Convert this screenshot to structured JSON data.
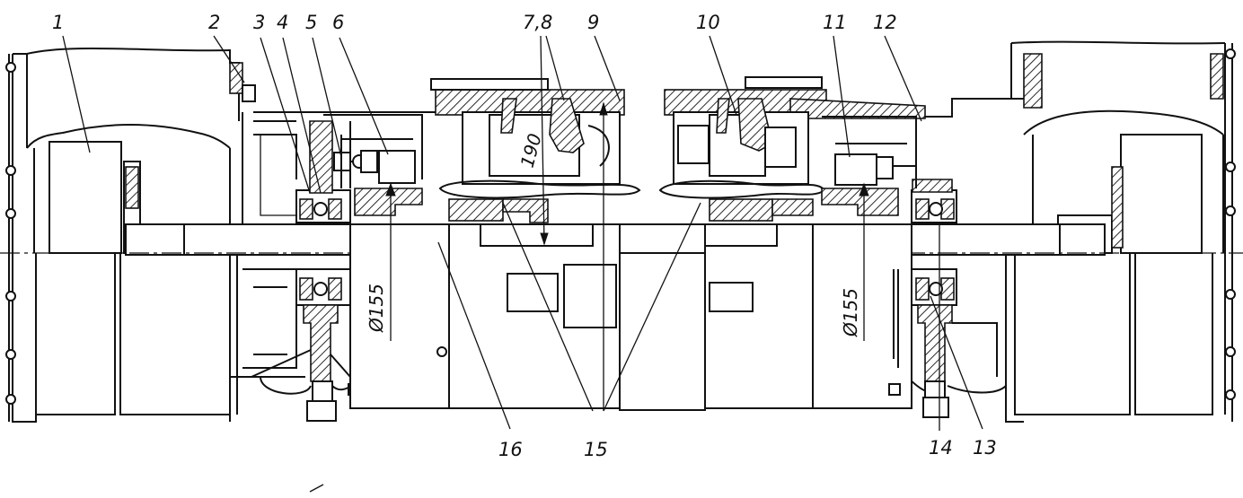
{
  "callouts": [
    "1",
    "2",
    "3",
    "4",
    "5",
    "6",
    "7,8",
    "9",
    "10",
    "11",
    "12",
    "13",
    "14",
    "15",
    "16"
  ],
  "dimensions": {
    "shaft_dia_left": "Ø155",
    "shaft_dia_right": "Ø155",
    "wheel_size": "190"
  }
}
